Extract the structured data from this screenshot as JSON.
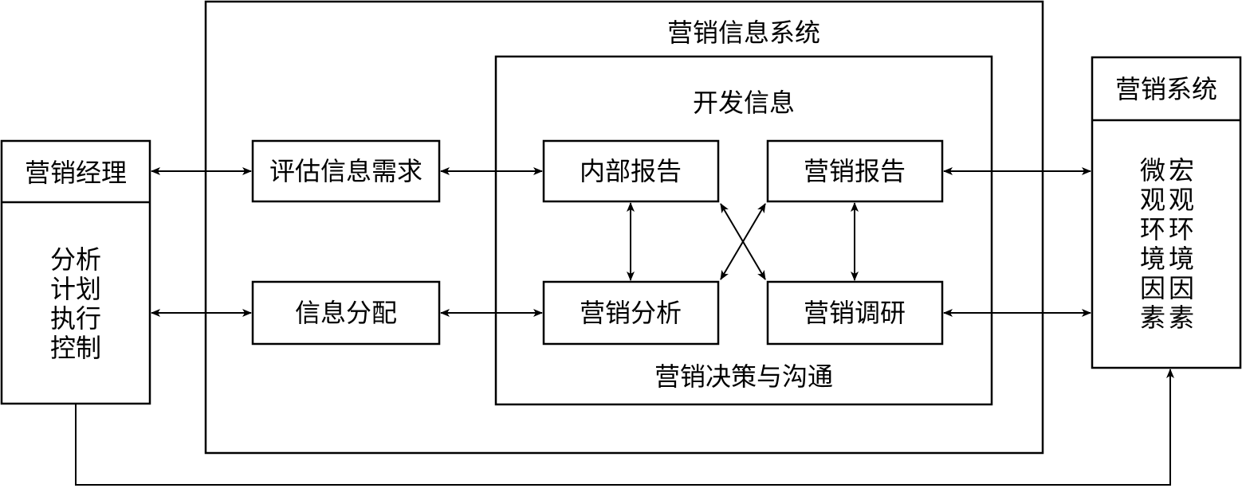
{
  "outer_system": {
    "title": "营销信息系统"
  },
  "develop_info": {
    "title": "开发信息",
    "footer": "营销决策与沟通"
  },
  "manager": {
    "title": "营销经理",
    "functions": [
      "分析",
      "计划",
      "执行",
      "控制"
    ]
  },
  "left_process": {
    "assess": "评估信息需求",
    "distribute": "信息分配"
  },
  "info_sources": {
    "internal_reports": "内部报告",
    "marketing_intelligence": "营销报告",
    "marketing_analysis": "营销分析",
    "marketing_research": "营销调研"
  },
  "environment": {
    "title": "营销系统",
    "columns": [
      [
        "微",
        "观",
        "环",
        "境",
        "因",
        "素"
      ],
      [
        "宏",
        "观",
        "环",
        "境",
        "因",
        "素"
      ]
    ]
  }
}
